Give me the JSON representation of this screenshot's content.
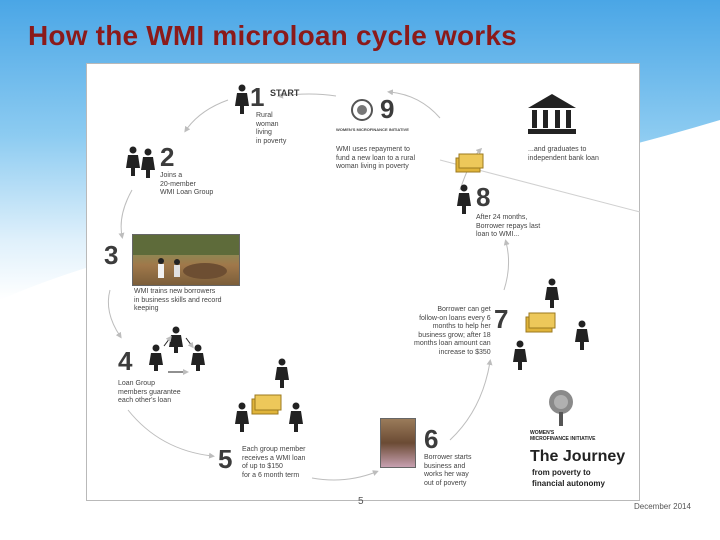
{
  "slide": {
    "title": "How the WMI microloan cycle works",
    "page_number": "5",
    "date": "December 2014"
  },
  "steps": [
    {
      "num": "1",
      "label": "START",
      "caption": "Rural\nwoman\nliving\nin poverty"
    },
    {
      "num": "2",
      "caption": "Joins a\n20-member\nWMI Loan Group"
    },
    {
      "num": "3",
      "caption": "WMI trains new borrowers\nin business skills and record\nkeeping"
    },
    {
      "num": "4",
      "caption": "Loan Group\nmembers guarantee\neach other's loan"
    },
    {
      "num": "5",
      "caption": "Each group member\nreceives a WMI loan\nof up to $150\nfor a 6 month term"
    },
    {
      "num": "6",
      "caption": "Borrower starts\nbusiness and\nworks her way\nout of poverty"
    },
    {
      "num": "7",
      "caption": "Borrower can get\nfollow-on loans every 6\nmonths to help her\nbusiness grow; after 18\nmonths loan amount can\nincrease to $350"
    },
    {
      "num": "8",
      "caption": "After 24 months,\nBorrower repays last\nloan to WMI..."
    },
    {
      "num": "9",
      "caption": "WMI uses repayment to\nfund a new loan to a rural\nwoman living in poverty"
    }
  ],
  "bank_caption": "...and graduates to\nindependent bank loan",
  "wmi_small_logo": "WOMEN'S MICROFINANCE INITIATIVE",
  "brand": {
    "org_line1": "WOMEN'S",
    "org_line2": "MICROFINANCE INITIATIVE",
    "journey_title": "The Journey",
    "journey_sub1": "from poverty to",
    "journey_sub2": "financial autonomy"
  },
  "colors": {
    "title": "#8b1a1a",
    "money": "#e0b43a",
    "arrow": "#bdbdbd"
  }
}
